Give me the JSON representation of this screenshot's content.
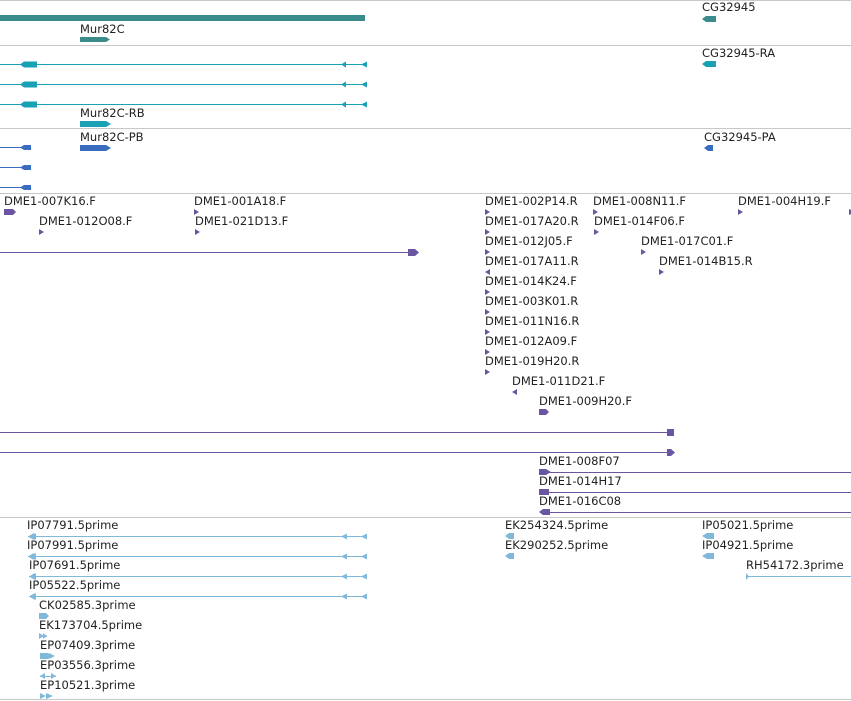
{
  "colors": {
    "gene": "#3a8c8c",
    "transcript": "#1aa0b4",
    "protein": "#3a6dbf",
    "clone": "#6a55a0",
    "est": "#7fb8db",
    "separator": "#c8c8c8"
  },
  "tracks": [
    {
      "id": "gene",
      "color": "gene",
      "labels": [
        "Mur82C",
        "CG32945"
      ]
    },
    {
      "id": "transcript",
      "color": "transcript",
      "labels": [
        "CG32945-RA",
        "Mur82C-RB"
      ]
    },
    {
      "id": "protein",
      "color": "protein",
      "labels": [
        "Mur82C-PB",
        "CG32945-PA"
      ]
    },
    {
      "id": "clone",
      "color": "clone",
      "labels": [
        "DME1-007K16.F",
        "DME1-001A18.F",
        "DME1-002P14.R",
        "DME1-008N11.F",
        "DME1-004H19.F",
        "DME1-012O08.F",
        "DME1-021D13.F",
        "DME1-017A20.R",
        "DME1-014F06.F",
        "DME1-012J05.F",
        "DME1-017C01.F",
        "DME1-017A11.R",
        "DME1-014B15.R",
        "DME1-014K24.F",
        "DME1-003K01.R",
        "DME1-011N16.R",
        "DME1-012A09.F",
        "DME1-019H20.R",
        "DME1-011D21.F",
        "DME1-009H20.F",
        "DME1-008F07",
        "DME1-014H17",
        "DME1-016C08"
      ]
    },
    {
      "id": "est",
      "color": "est",
      "labels": [
        "IP07791.5prime",
        "EK254324.5prime",
        "IP05021.5prime",
        "IP07991.5prime",
        "EK290252.5prime",
        "IP04921.5prime",
        "IP07691.5prime",
        "RH54172.3prime",
        "IP05522.5prime",
        "CK02585.3prime",
        "EK173704.5prime",
        "EP07409.3prime",
        "EP03556.3prime",
        "EP10521.3prime"
      ]
    }
  ]
}
